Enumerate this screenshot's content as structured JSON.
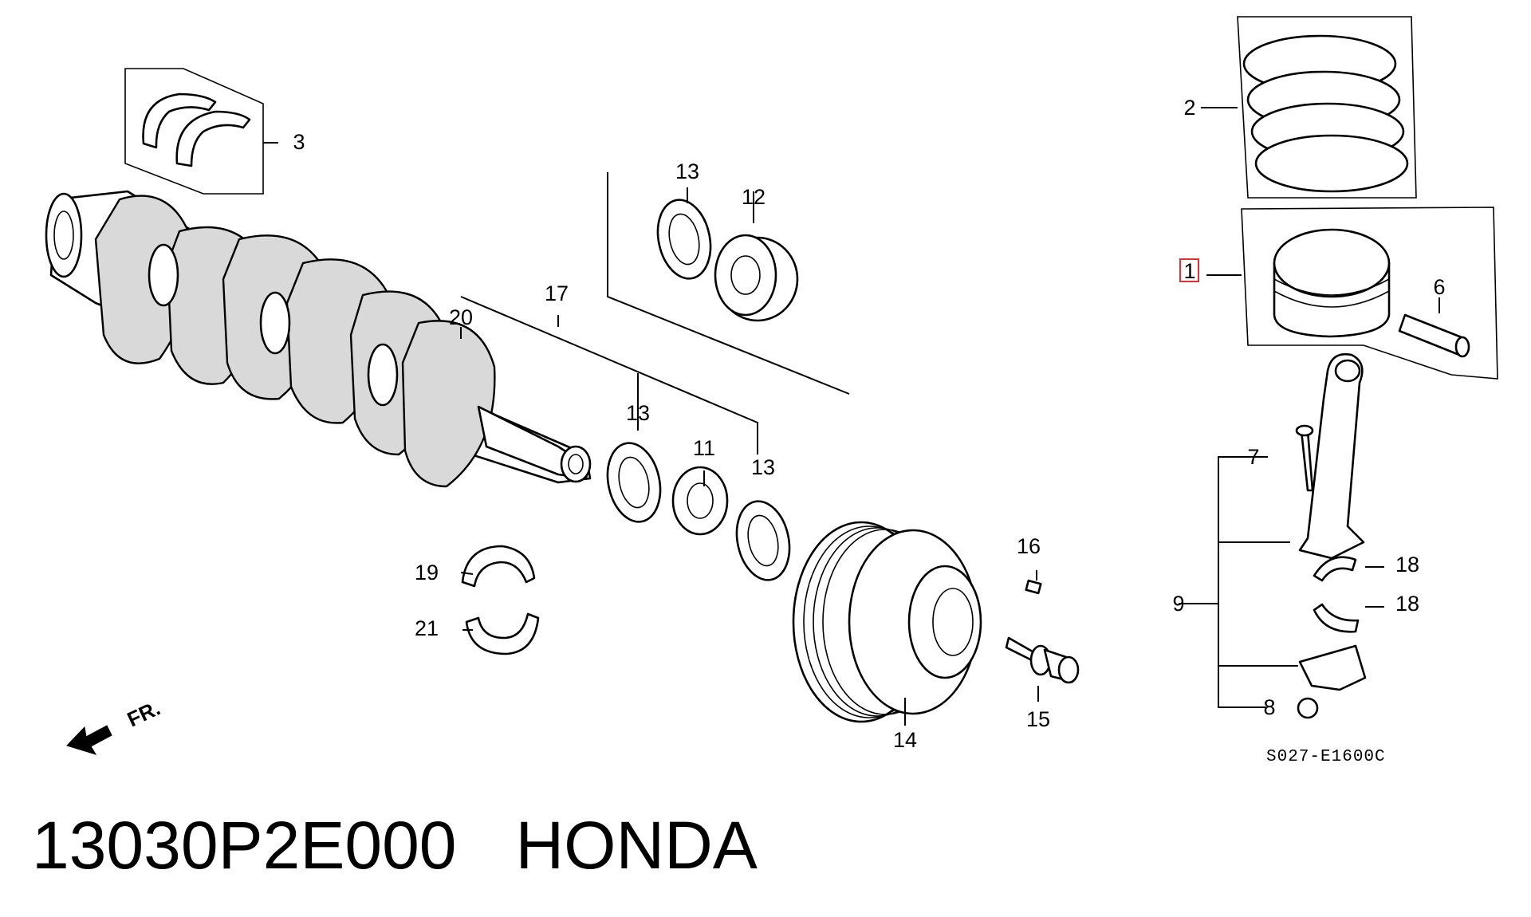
{
  "diagram": {
    "code": "S027-E1600C",
    "direction_label": "FR.",
    "highlighted_callout": "1",
    "callouts": [
      {
        "id": "c1",
        "label": "1"
      },
      {
        "id": "c2",
        "label": "2"
      },
      {
        "id": "c3",
        "label": "3"
      },
      {
        "id": "c6",
        "label": "6"
      },
      {
        "id": "c7",
        "label": "7"
      },
      {
        "id": "c8",
        "label": "8"
      },
      {
        "id": "c9",
        "label": "9"
      },
      {
        "id": "c11",
        "label": "11"
      },
      {
        "id": "c12",
        "label": "12"
      },
      {
        "id": "c13a",
        "label": "13"
      },
      {
        "id": "c13b",
        "label": "13"
      },
      {
        "id": "c13c",
        "label": "13"
      },
      {
        "id": "c14",
        "label": "14"
      },
      {
        "id": "c15",
        "label": "15"
      },
      {
        "id": "c16",
        "label": "16"
      },
      {
        "id": "c17",
        "label": "17"
      },
      {
        "id": "c18a",
        "label": "18"
      },
      {
        "id": "c18b",
        "label": "18"
      },
      {
        "id": "c19",
        "label": "19"
      },
      {
        "id": "c20",
        "label": "20"
      },
      {
        "id": "c21",
        "label": "21"
      }
    ]
  },
  "footer": {
    "part_number": "13030P2E000",
    "brand": "HONDA"
  },
  "colors": {
    "highlight": "#e03030",
    "line": "#000000",
    "background": "#ffffff"
  }
}
